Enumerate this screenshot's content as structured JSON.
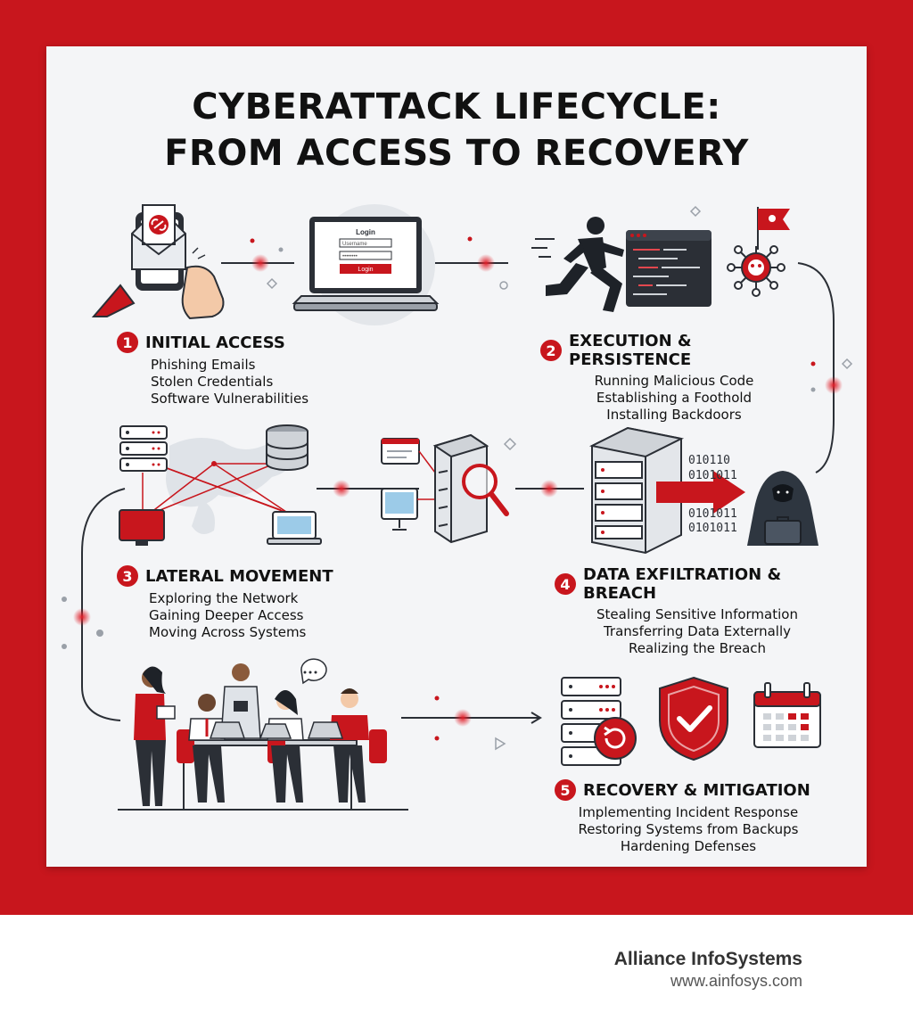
{
  "title": {
    "line1": "CYBERATTACK LIFECYCLE:",
    "line2": "FROM ACCESS TO RECOVERY"
  },
  "login_mock": {
    "title": "Login",
    "username": "Username",
    "password": "••••••••",
    "button": "Login"
  },
  "binary": [
    "010110",
    "0101011",
    "0101011",
    "0101011"
  ],
  "steps": [
    {
      "num": "1",
      "title": "INITIAL ACCESS",
      "items": [
        "Phishing Emails",
        "Stolen Credentials",
        "Software Vulnerabilities"
      ]
    },
    {
      "num": "2",
      "title": "EXECUTION & PERSISTENCE",
      "items": [
        "Running Malicious Code",
        "Establishing a Foothold",
        "Installing Backdoors"
      ]
    },
    {
      "num": "3",
      "title": "LATERAL MOVEMENT",
      "items": [
        "Exploring the Network",
        "Gaining Deeper Access",
        "Moving Across Systems"
      ]
    },
    {
      "num": "4",
      "title": "DATA EXFILTRATION & BREACH",
      "items": [
        "Stealing Sensitive Information",
        "Transferring Data Externally",
        "Realizing the Breach"
      ]
    },
    {
      "num": "5",
      "title": "RECOVERY & MITIGATION",
      "items": [
        "Implementing Incident Response",
        "Restoring Systems from Backups",
        "Hardening Defenses"
      ]
    }
  ],
  "footer": {
    "company": "Alliance InfoSystems",
    "url": "www.ainfosys.com"
  },
  "colors": {
    "accent": "#c8161d",
    "dark": "#2b2f36",
    "card": "#f4f5f7"
  }
}
